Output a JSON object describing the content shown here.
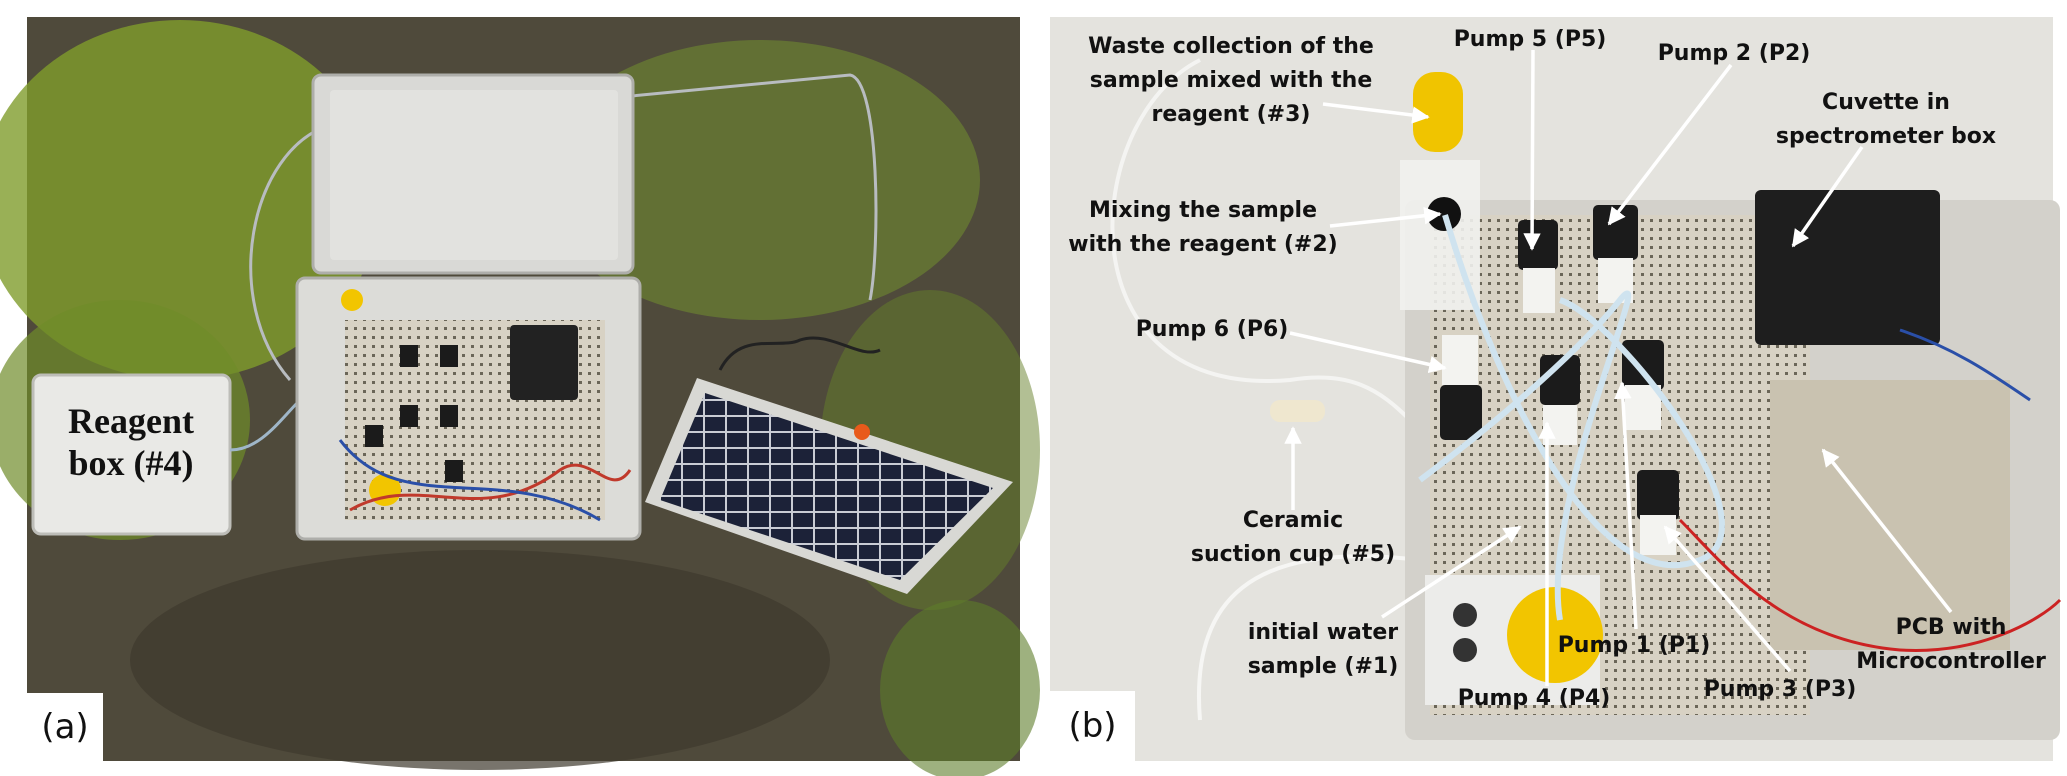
{
  "panel_a": {
    "tag": "(a)",
    "labels": {
      "reagent_box": [
        "Reagent",
        "box (#4)"
      ]
    }
  },
  "panel_b": {
    "tag": "(b)",
    "labels": {
      "waste": [
        "Waste collection of the",
        "sample mixed with the",
        "reagent (#3)"
      ],
      "pump5": "Pump 5 (P5)",
      "pump2": "Pump 2 (P2)",
      "cuvette": [
        "Cuvette in",
        "spectrometer box"
      ],
      "mixing": [
        "Mixing the sample",
        "with the reagent (#2)"
      ],
      "pump6": "Pump 6 (P6)",
      "ceramic": [
        "Ceramic",
        "suction cup (#5)"
      ],
      "initial": [
        "initial water",
        "sample (#1)"
      ],
      "pump1": "Pump 1 (P1)",
      "pump4": "Pump 4 (P4)",
      "pump3": "Pump 3 (P3)",
      "pcb": [
        "PCB with",
        "Microcontroller"
      ]
    }
  },
  "colors": {
    "soil": "#4a4536",
    "moss": "#7c9a2e",
    "backdrop": "#e6e5e0",
    "label": "#111111",
    "yellow": "#f2c500"
  }
}
